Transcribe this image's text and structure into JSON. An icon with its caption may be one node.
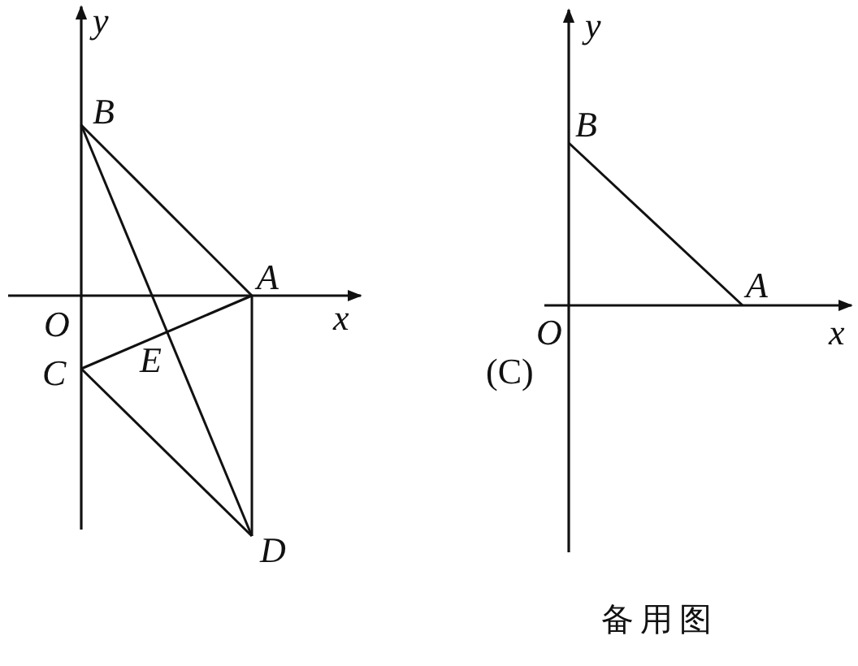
{
  "diagram": {
    "nodes": [
      {
        "text": [
          "B"
        ]
      },
      {
        "text": [
          "A"
        ]
      },
      {
        "text": [
          "C"
        ]
      },
      {
        "text": [
          "D"
        ]
      },
      {
        "text": [
          "B"
        ]
      },
      {
        "text": [
          "A"
        ]
      }
    ],
    "edges": [
      {
        "from": 0,
        "to": 1,
        "arrow": "none"
      },
      {
        "from": 0,
        "to": 3,
        "arrow": "none"
      },
      {
        "from": 2,
        "to": 1,
        "arrow": "none"
      },
      {
        "from": 2,
        "to": 3,
        "arrow": "none"
      },
      {
        "from": 1,
        "to": 3,
        "arrow": "none"
      },
      {
        "from": 4,
        "to": 5,
        "arrow": "none"
      }
    ],
    "labels": [
      "y",
      "O",
      "x",
      "E",
      "y",
      "O",
      "(C)",
      "x",
      "备用图"
    ]
  }
}
